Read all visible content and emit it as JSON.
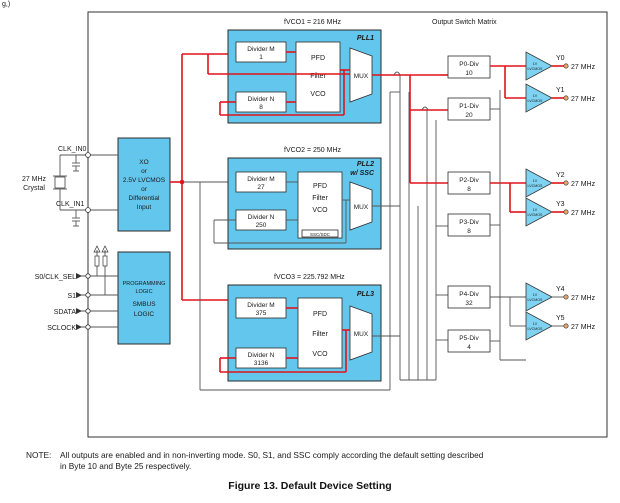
{
  "page": {
    "header_fragment": "g,)"
  },
  "inputs": {
    "clk_in0": "CLK_IN0",
    "clk_in1": "CLK_IN1",
    "crystal_line1": "27 MHz",
    "crystal_line2": "Crystal"
  },
  "xo_block": {
    "line1": "XO",
    "line2": "or",
    "line3": "2.5V LVCMOS",
    "line4": "or",
    "line5": "Differential",
    "line6": "Input"
  },
  "prog_block": {
    "line1": "PROGRAMMING",
    "line2": "LOGIC",
    "line3": "SMBUS",
    "line4": "LOGIC"
  },
  "control_inputs": {
    "s0": "S0/CLK_SEL",
    "s1": "S1",
    "sdata": "SDATA",
    "sclock": "SCLOCK"
  },
  "pll1": {
    "freq": "fVCO1 = 216 MHz",
    "name": "PLL1",
    "div_m": "Divider M",
    "div_m_val": "1",
    "div_n": "Divider N",
    "div_n_val": "8",
    "pfd": "PFD",
    "filter": "Filter",
    "vco": "VCO",
    "mux": "MUX"
  },
  "pll2": {
    "freq": "fVCO2 = 250 MHz",
    "name": "PLL2",
    "name2": "w/ SSC",
    "div_m": "Divider M",
    "div_m_val": "27",
    "div_n": "Divider N",
    "div_n_val": "250",
    "pfd": "PFD",
    "filter": "Filter",
    "vco": "VCO",
    "mux": "MUX",
    "ssc": "SSC/SDC"
  },
  "pll3": {
    "freq": "fVCO3 = 225.792 MHz",
    "name": "PLL3",
    "div_m": "Divider M",
    "div_m_val": "375",
    "div_n": "Divider N",
    "div_n_val": "3136",
    "pfd": "PFD",
    "filter": "Filter",
    "vco": "VCO",
    "mux": "MUX"
  },
  "switch_matrix": {
    "title": "Output Switch Matrix"
  },
  "dividers": [
    {
      "name": "P0-Div",
      "value": "10"
    },
    {
      "name": "P1-Div",
      "value": "20"
    },
    {
      "name": "P2-Div",
      "value": "8"
    },
    {
      "name": "P3-Div",
      "value": "8"
    },
    {
      "name": "P4-Div",
      "value": "32"
    },
    {
      "name": "P5-Div",
      "value": "4"
    }
  ],
  "outputs": [
    {
      "name": "Y0",
      "freq": "27 MHz",
      "buf": "1V",
      "buf2": "LVCMOS"
    },
    {
      "name": "Y1",
      "freq": "27 MHz",
      "buf": "1V",
      "buf2": "LVCMOS"
    },
    {
      "name": "Y2",
      "freq": "27 MHz",
      "buf": "1V",
      "buf2": "LVCMOS"
    },
    {
      "name": "Y3",
      "freq": "27 MHz",
      "buf": "1V",
      "buf2": "LVCMOS"
    },
    {
      "name": "Y4",
      "freq": "27 MHz",
      "buf": "1V",
      "buf2": "LVCMOS"
    },
    {
      "name": "Y5",
      "freq": "27 MHz",
      "buf": "1V",
      "buf2": "LVCMOS"
    }
  ],
  "note": {
    "label": "NOTE:",
    "line1": "All outputs are enabled and in non-inverting mode. S0, S1, and SSC comply according the default setting described",
    "line2": "in Byte 10 and Byte 25 respectively."
  },
  "caption": "Figure 13. Default Device Setting",
  "colors": {
    "block_fill": "#63c6ec",
    "signal_red": "#e0141a",
    "buffer_fill": "#7fd3f2"
  }
}
